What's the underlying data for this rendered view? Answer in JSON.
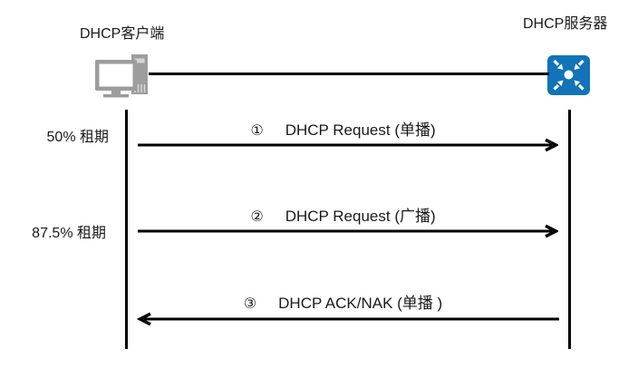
{
  "page": {
    "background": "#ffffff"
  },
  "actors": {
    "client": {
      "label": "DHCP客户端",
      "icon": "desktop-computer-icon",
      "icon_color": "#9d9d9d"
    },
    "server": {
      "label": "DHCP服务器",
      "icon": "network-switch-icon",
      "icon_color": "#1273b8"
    }
  },
  "lease_markers": [
    {
      "label": "50% 租期"
    },
    {
      "label": "87.5% 租期"
    }
  ],
  "messages": [
    {
      "step": "①",
      "label": "DHCP Request (单播)",
      "direction": "client-to-server"
    },
    {
      "step": "②",
      "label": "DHCP Request (广播)",
      "direction": "client-to-server"
    },
    {
      "step": "③",
      "label": "DHCP ACK/NAK (单播 )",
      "direction": "server-to-client"
    }
  ],
  "colors": {
    "line": "#000000",
    "text": "#1a1a1a",
    "server_icon_blue": "#1273b8",
    "client_icon_gray": "#9d9d9d"
  }
}
